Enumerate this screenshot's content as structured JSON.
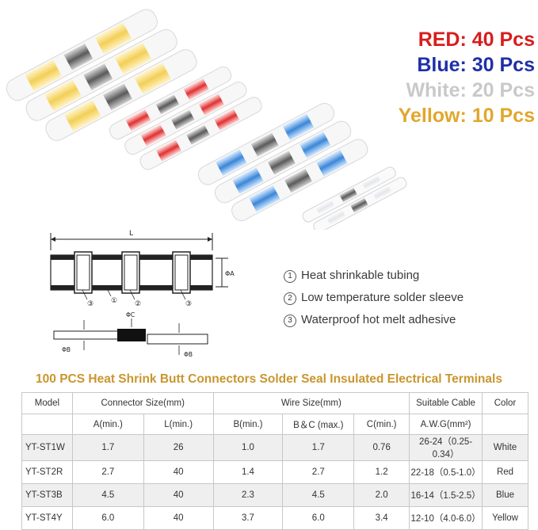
{
  "counts": [
    {
      "text": "RED: 40 Pcs",
      "color": "#d81d1d"
    },
    {
      "text": "Blue: 30 Pcs",
      "color": "#1e2fa8"
    },
    {
      "text": "White: 20 Pcs",
      "color": "#c9c9c9"
    },
    {
      "text": "Yellow: 10 Pcs",
      "color": "#e1a72c"
    }
  ],
  "diagram": {
    "dimension_L": "L",
    "dimension_A": "ΦA",
    "dimension_C": "ΦC",
    "dimension_B_left": "ΦB",
    "dimension_B_right": "ΦB",
    "callout_3a": "③",
    "callout_1": "①",
    "callout_2": "②",
    "callout_3b": "③"
  },
  "legend": [
    {
      "num": "1",
      "text": "Heat shrinkable tubing"
    },
    {
      "num": "2",
      "text": "Low temperature solder sleeve"
    },
    {
      "num": "3",
      "text": "Waterproof hot melt adhesive"
    }
  ],
  "table": {
    "title": "100 PCS Heat Shrink Butt Connectors Solder Seal Insulated Electrical Terminals",
    "header1": {
      "model": "Model",
      "connector": "Connector Size(mm)",
      "wire": "Wire Size(mm)",
      "cable": "Suitable Cable",
      "color": "Color"
    },
    "header2": {
      "a": "A(min.)",
      "l": "L(min.)",
      "b": "B(min.)",
      "bc": "B＆C (max.)",
      "c": "C(min.)",
      "awg": "A.W.G(mm²)"
    },
    "rows": [
      {
        "model": "YT-ST1W",
        "a": "1.7",
        "l": "26",
        "b": "1.0",
        "bc": "1.7",
        "c": "0.76",
        "awg": "26-24（0.25-0.34）",
        "color": "White"
      },
      {
        "model": "YT-ST2R",
        "a": "2.7",
        "l": "40",
        "b": "1.4",
        "bc": "2.7",
        "c": "1.2",
        "awg": "22-18（0.5-1.0）",
        "color": "Red"
      },
      {
        "model": "YT-ST3B",
        "a": "4.5",
        "l": "40",
        "b": "2.3",
        "bc": "4.5",
        "c": "2.0",
        "awg": "16-14（1.5-2.5）",
        "color": "Blue"
      },
      {
        "model": "YT-ST4Y",
        "a": "6.0",
        "l": "40",
        "b": "3.7",
        "bc": "6.0",
        "c": "3.4",
        "awg": "12-10（4.0-6.0）",
        "color": "Yellow"
      }
    ]
  }
}
